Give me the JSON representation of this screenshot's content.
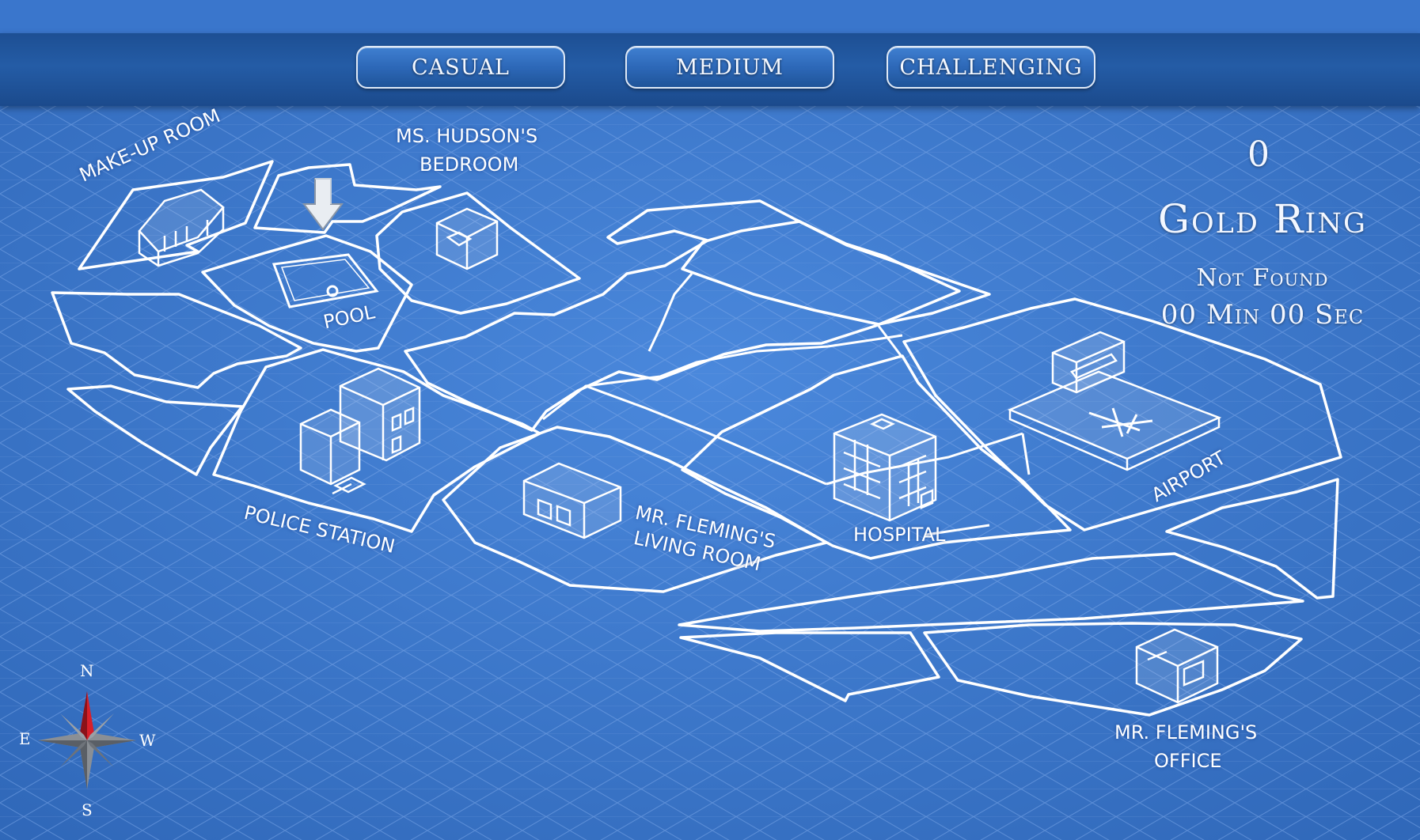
{
  "difficulty": {
    "casual": "CASUAL",
    "medium": "MEDIUM",
    "challenging": "CHALLENGING"
  },
  "hud": {
    "count": "0",
    "item_name": "Gold Ring",
    "status": "Not Found",
    "timer": "00 Min 00 Sec"
  },
  "locations": {
    "makeup_room": "MAKE-UP ROOM",
    "hudson_bedroom_line1": "MS. HUDSON'S",
    "hudson_bedroom_line2": "BEDROOM",
    "pool": "POOL",
    "police_station": "POLICE STATION",
    "fleming_living_line1": "MR. FLEMING'S",
    "fleming_living_line2": "LIVING ROOM",
    "hospital": "HOSPITAL",
    "airport": "AIRPORT",
    "fleming_office_line1": "MR. FLEMING'S",
    "fleming_office_line2": "OFFICE"
  },
  "compass": {
    "n": "N",
    "s": "S",
    "e": "E",
    "w": "W"
  },
  "colors": {
    "blueprint": "#3b78cf",
    "grid": "#6f9de0",
    "line": "#ffffff",
    "needle": "#d8202a"
  }
}
